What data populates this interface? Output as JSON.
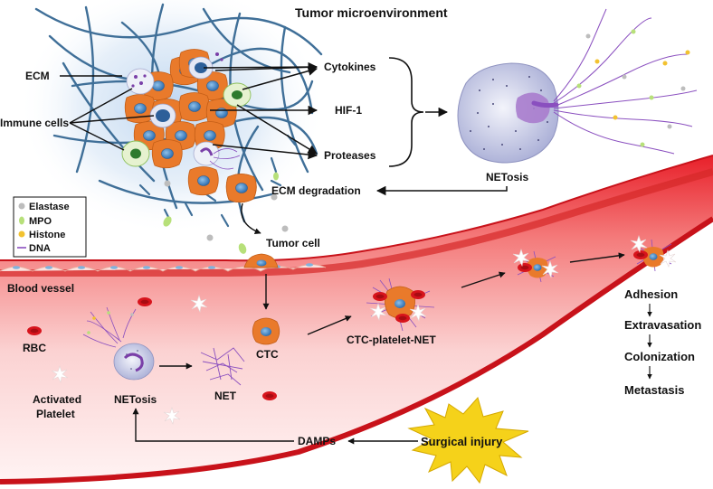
{
  "title": "Tumor microenvironment",
  "labels": {
    "ecm": "ECM",
    "immune_cells": "Immune cells",
    "cytokines": "Cytokines",
    "hif1": "HIF-1",
    "proteases": "Proteases",
    "netosis_top": "NETosis",
    "ecm_degradation": "ECM degradation",
    "tumor_cell": "Tumor cell",
    "blood_vessel": "Blood vessel",
    "rbc": "RBC",
    "activated_platelet_line1": "Activated",
    "activated_platelet_line2": "Platelet",
    "netosis_bottom": "NETosis",
    "net": "NET",
    "ctc": "CTC",
    "ctc_platelet_net": "CTC-platelet-NET",
    "damps": "DAMPs",
    "surgical_injury": "Surgical injury"
  },
  "legend": [
    {
      "label": "Elastase",
      "color": "#bdbdbd",
      "icon": "circle"
    },
    {
      "label": "MPO",
      "color": "#b7e07a",
      "icon": "ellipse"
    },
    {
      "label": "Histone",
      "color": "#f2c230",
      "icon": "circle"
    },
    {
      "label": "DNA",
      "color": "#8a4fbf",
      "icon": "line"
    }
  ],
  "cascade": [
    "Adhesion",
    "Extravasation",
    "Colonization",
    "Metastasis"
  ],
  "colors": {
    "ecm_fiber": "#3f6f98",
    "tumor_cell": "#e97a2b",
    "nucleus": "#4f8fc8",
    "vessel": "#e8202a",
    "rbc": "#d7141c",
    "neutrophil": "#c9cde6",
    "dna": "#8a4fbf",
    "burst": "#f5d21a"
  }
}
